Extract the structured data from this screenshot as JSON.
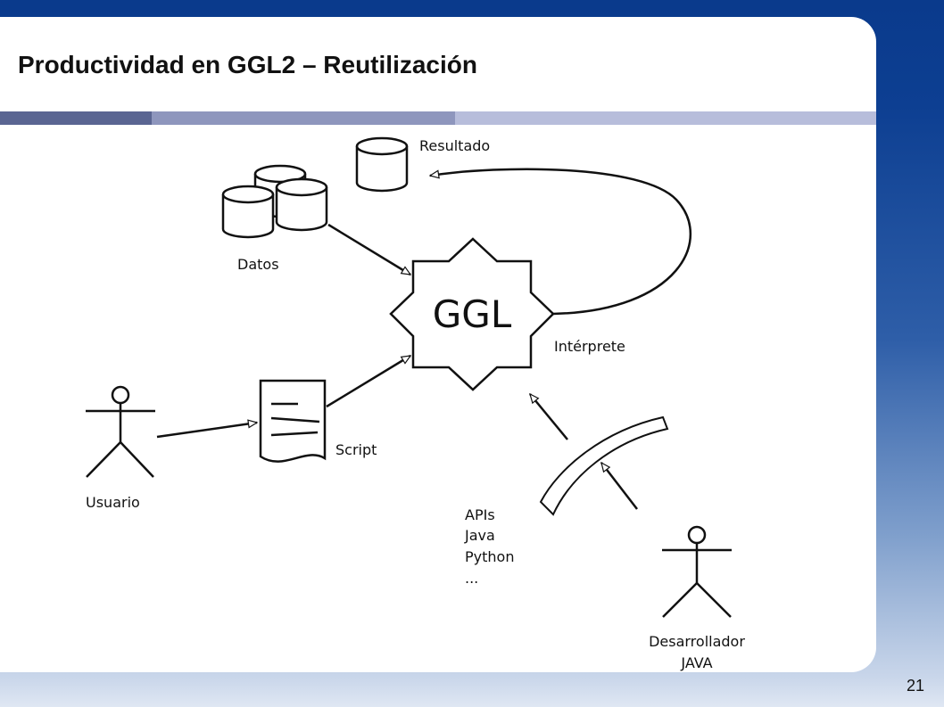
{
  "slide": {
    "title": "Productividad en GGL2 – Reutilización",
    "page_number": "21"
  },
  "diagram": {
    "center": "GGL",
    "labels": {
      "result": "Resultado",
      "data": "Datos",
      "interpreter": "Intérprete",
      "user": "Usuario",
      "script": "Script",
      "developer_line1": "Desarrollador",
      "developer_line2": "JAVA",
      "apis": [
        "APIs",
        "Java",
        "Python",
        "..."
      ]
    }
  }
}
